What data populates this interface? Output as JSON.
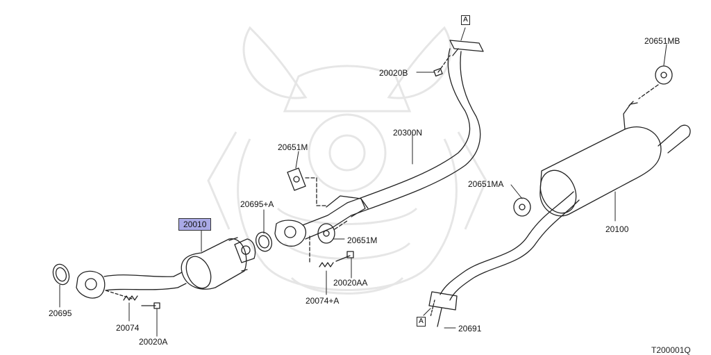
{
  "parts": {
    "catalyst": "20010",
    "gasket_front": "20695",
    "spring_front": "20074",
    "bolt_front": "20020A",
    "gasket_cat": "20695+A",
    "spring_mid": "20074+A",
    "bolt_mid": "20020AA",
    "bolt_top": "20020B",
    "center_pipe": "20300N",
    "mount_left": "20651M",
    "mount_center": "20651M",
    "mount_right_top": "20651MB",
    "mount_right_mid": "20651MA",
    "muffler": "20100",
    "gasket_rear": "20691"
  },
  "ref_marks": {
    "top": "A",
    "bottom": "A"
  },
  "diagram_code": "T200001Q",
  "colors": {
    "highlight": "#a9a9e6",
    "line": "#222222",
    "watermark": "#e8e8e8"
  }
}
